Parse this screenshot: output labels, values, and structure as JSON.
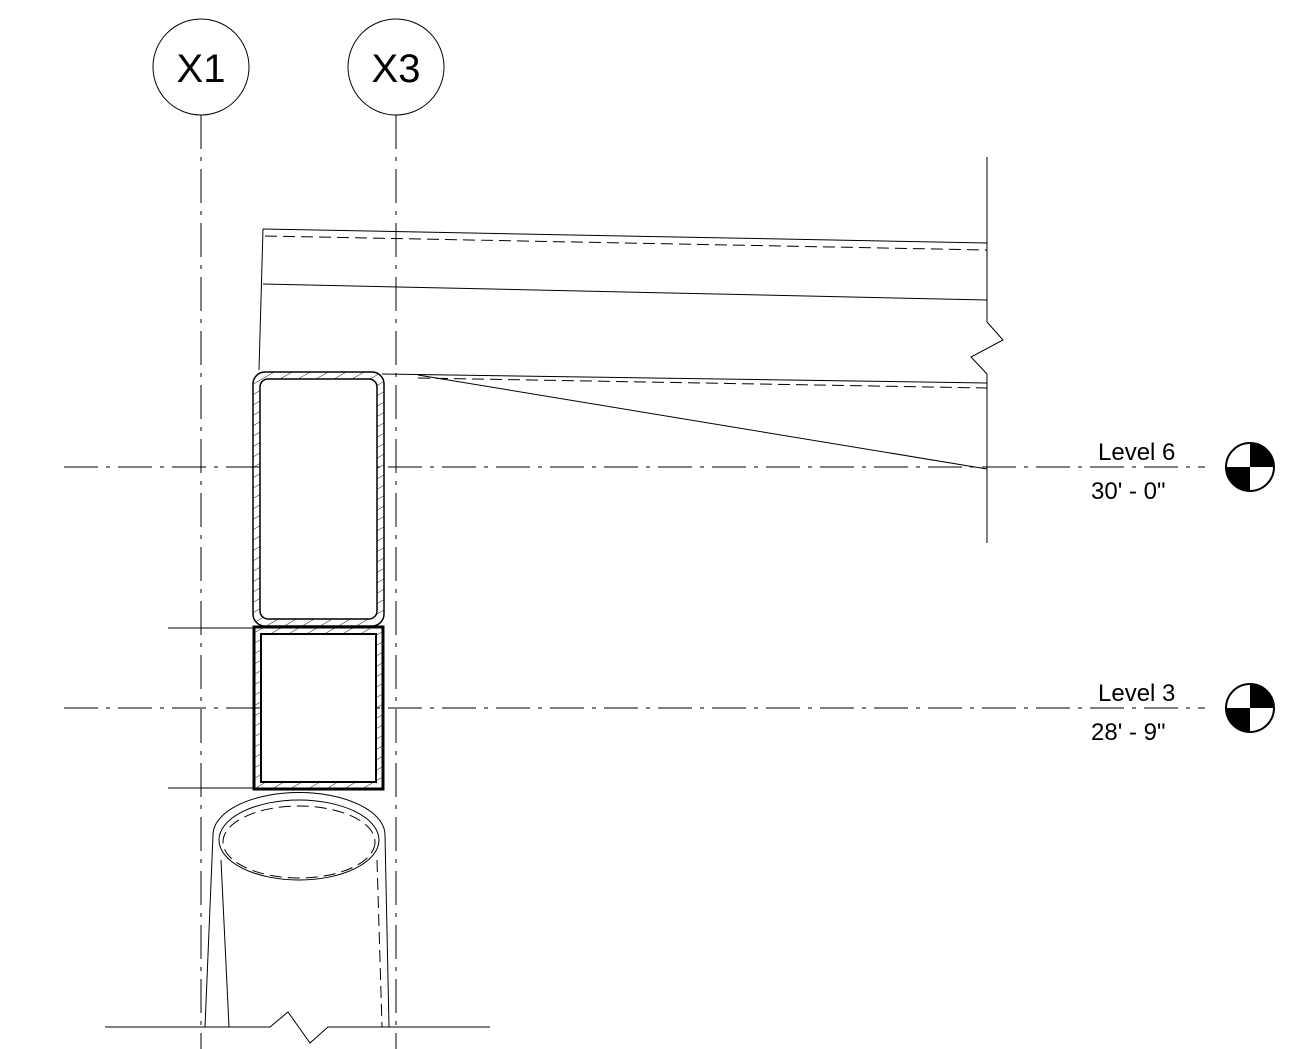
{
  "gridlines": [
    {
      "id": "x1",
      "label": "X1"
    },
    {
      "id": "x3",
      "label": "X3"
    }
  ],
  "levels": [
    {
      "id": "level-6",
      "name": "Level 6",
      "elevation": "30' - 0\""
    },
    {
      "id": "level-3",
      "name": "Level 3",
      "elevation": "28' - 9\""
    }
  ]
}
